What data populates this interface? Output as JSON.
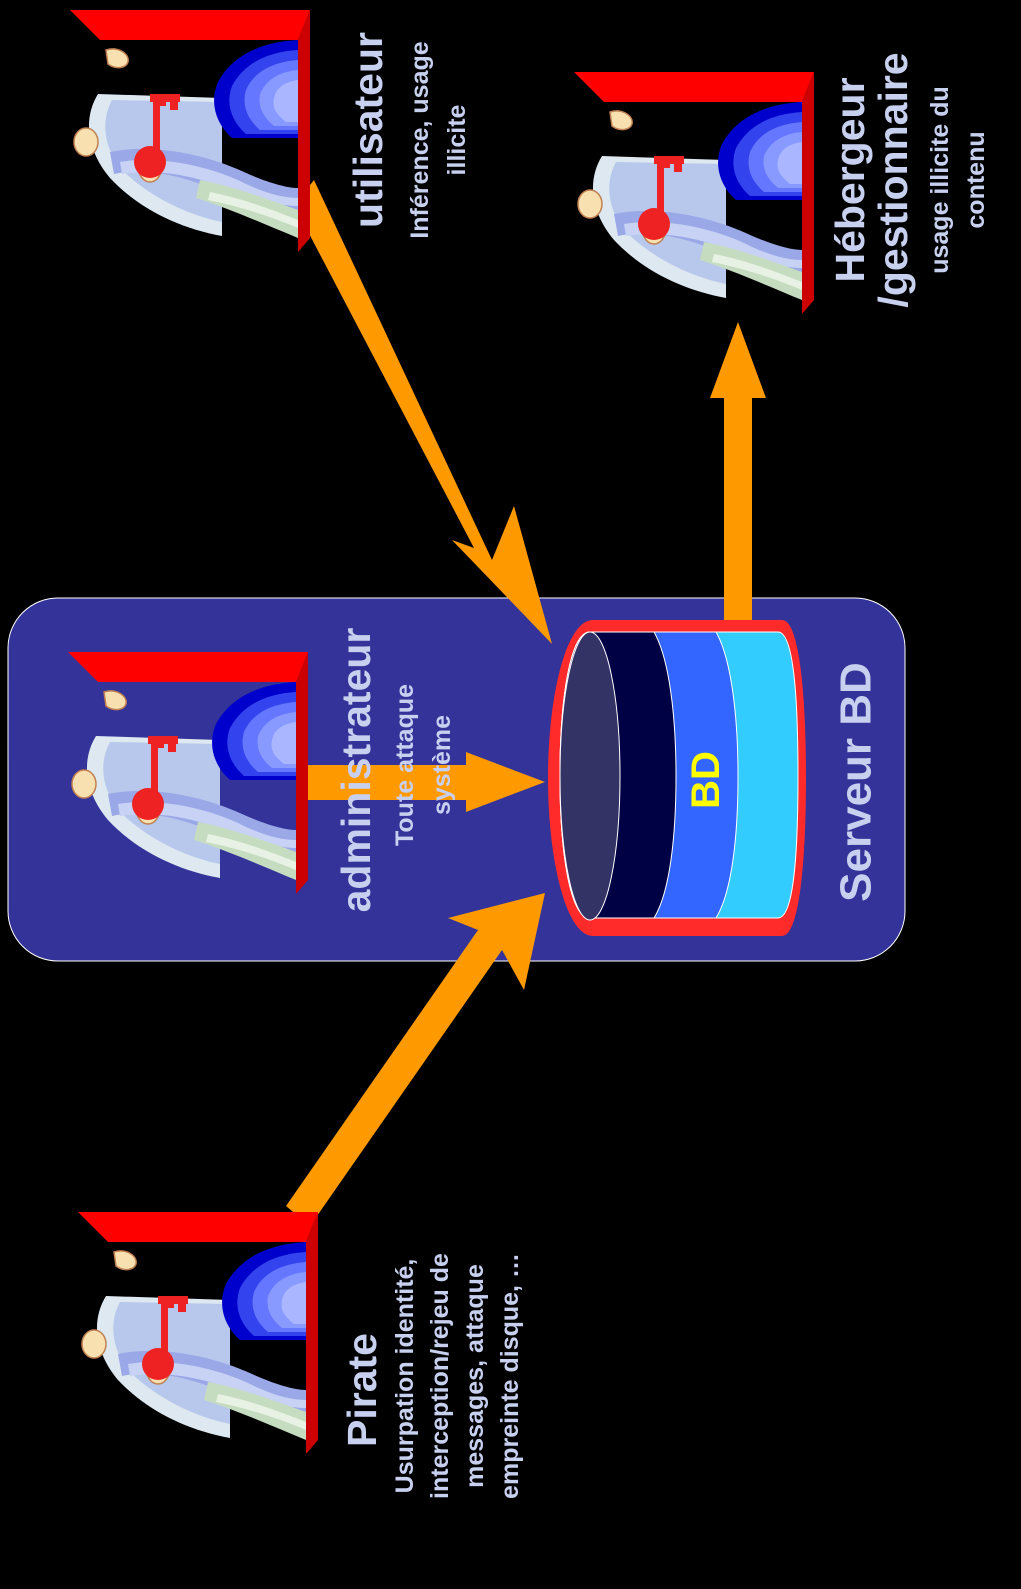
{
  "actors": {
    "pirate": {
      "title": "Pirate",
      "description": [
        "Usurpation identité,",
        "interception/rejeu de",
        "messages, attaque",
        "empreinte disque, …"
      ]
    },
    "administrateur": {
      "title": "administrateur",
      "description": [
        "Toute attaque",
        "système"
      ]
    },
    "utilisateur": {
      "title": "utilisateur",
      "description": [
        "Inférence, usage",
        "illicite"
      ]
    },
    "hebergeur": {
      "title": [
        "Hébergeur",
        "/gestionnaire"
      ],
      "description": [
        "usage illicite du",
        "contenu"
      ]
    }
  },
  "server": {
    "label": "Serveur BD",
    "db_label": "BD"
  },
  "colors": {
    "background": "#000000",
    "server_box": "#333399",
    "arrow": "#ff9900",
    "db_rim": "#ff2a2a",
    "db_band_dark": "#000044",
    "db_band_mid": "#3366ff",
    "db_band_light": "#33ccff",
    "db_top": "#333366",
    "text": "#c8d0f0",
    "db_text": "#ffff00"
  }
}
